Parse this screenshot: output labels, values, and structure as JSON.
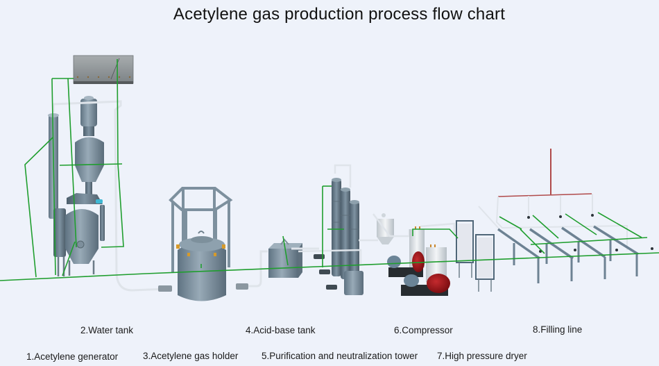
{
  "title": "Acetylene gas production process flow chart",
  "colors": {
    "background": "#eef2fa",
    "equipment": "#7d8e9c",
    "pipe": "#dfe4ea",
    "signal_line": "#1f9e2e",
    "compressor_red": "#a3141a",
    "header_pipe": "#b04a4a"
  },
  "legend": {
    "top_row": [
      {
        "number": 2,
        "text": "2.Water tank"
      },
      {
        "number": 4,
        "text": "4.Acid-base tank"
      },
      {
        "number": 6,
        "text": "6.Compressor"
      },
      {
        "number": 8,
        "text": "8.Filling line"
      }
    ],
    "bottom_row": [
      {
        "number": 1,
        "text": "1.Acetylene generator"
      },
      {
        "number": 3,
        "text": "3.Acetylene gas holder"
      },
      {
        "number": 5,
        "text": "5.Purification and neutralization tower"
      },
      {
        "number": 7,
        "text": "7.High pressure dryer"
      }
    ]
  }
}
